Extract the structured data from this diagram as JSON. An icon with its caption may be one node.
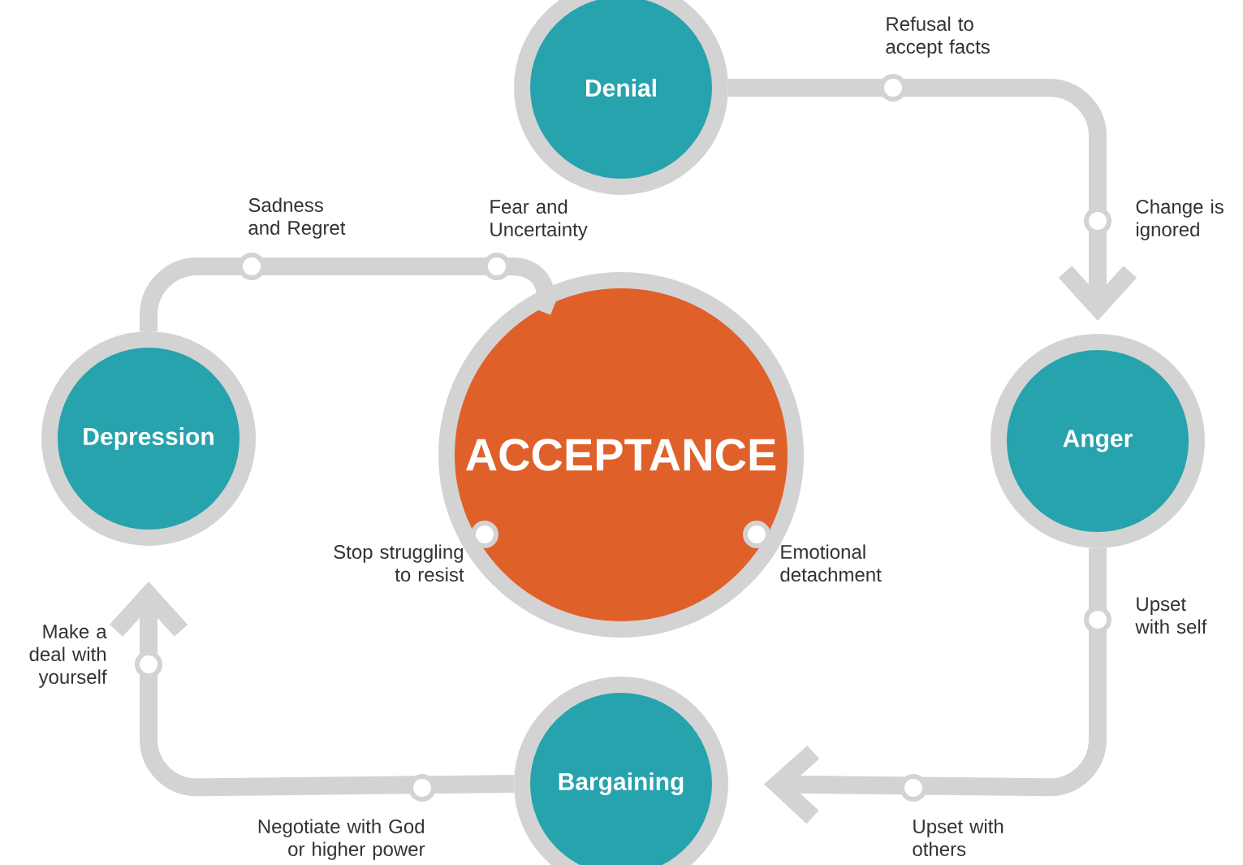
{
  "diagram": {
    "nodes": [
      {
        "text": [
          "Denial"
        ]
      },
      {
        "text": [
          "Anger"
        ]
      },
      {
        "text": [
          "Bargaining"
        ]
      },
      {
        "text": [
          "Depression"
        ]
      },
      {
        "text": [
          "ACCEPTANCE"
        ]
      }
    ],
    "edges": [
      {
        "from": 0,
        "to": 1,
        "arrow": "to"
      },
      {
        "from": 1,
        "to": 2,
        "arrow": "to"
      },
      {
        "from": 2,
        "to": 3,
        "arrow": "to"
      },
      {
        "from": 3,
        "to": 4,
        "arrow": "none"
      }
    ],
    "labels": [
      "Refusal to accept facts",
      "Sadness and Regret",
      "Fear and Uncertainty",
      "Change is ignored",
      "Stop struggling to resist",
      "Emotional detachment",
      "Upset with self",
      "Make a deal with yourself",
      "Negotiate with God or higher power",
      "Upset with others"
    ]
  }
}
